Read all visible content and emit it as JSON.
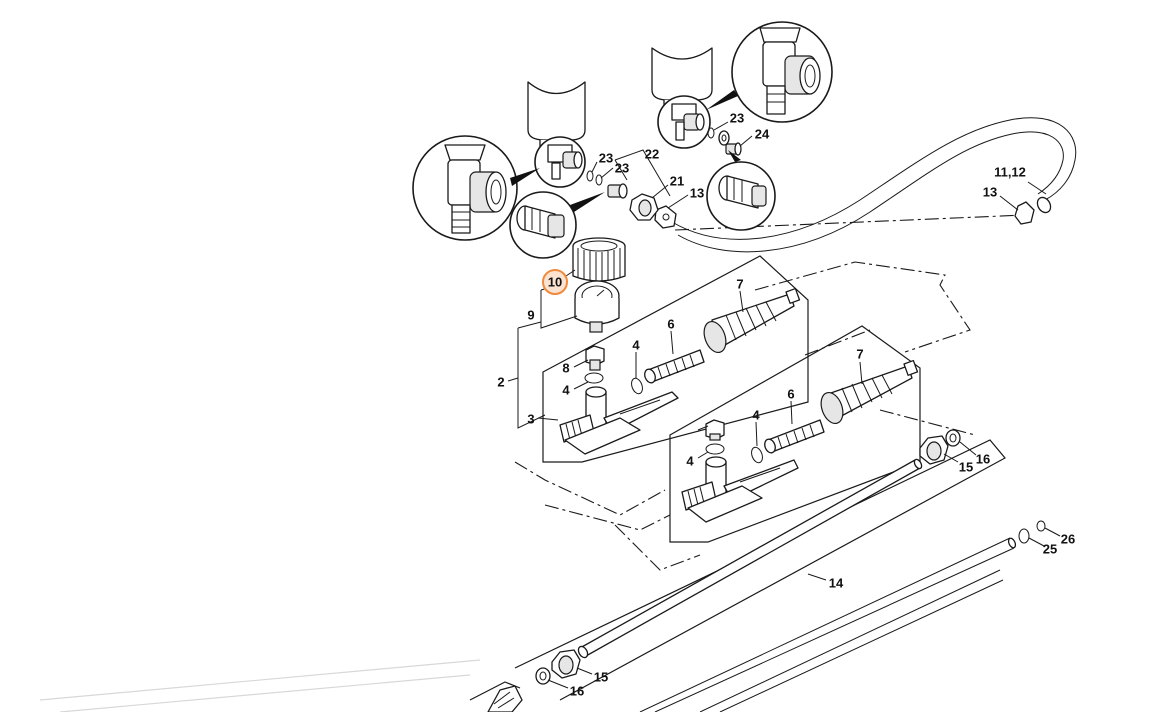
{
  "highlight_color": "#f08a3c",
  "callouts": [
    {
      "id": "c-22",
      "text": "22"
    },
    {
      "id": "c-23a",
      "text": "23"
    },
    {
      "id": "c-23b",
      "text": "23"
    },
    {
      "id": "c-23c",
      "text": "23"
    },
    {
      "id": "c-24",
      "text": "24"
    },
    {
      "id": "c-21",
      "text": "21"
    },
    {
      "id": "c-13a",
      "text": "13"
    },
    {
      "id": "c-13b",
      "text": "13"
    },
    {
      "id": "c-1112",
      "text": "11,12"
    },
    {
      "id": "c-10",
      "text": "10",
      "highlighted": true
    },
    {
      "id": "c-9",
      "text": "9"
    },
    {
      "id": "c-7a",
      "text": "7"
    },
    {
      "id": "c-7b",
      "text": "7"
    },
    {
      "id": "c-6a",
      "text": "6"
    },
    {
      "id": "c-6b",
      "text": "6"
    },
    {
      "id": "c-4a",
      "text": "4"
    },
    {
      "id": "c-4b",
      "text": "4"
    },
    {
      "id": "c-4c",
      "text": "4"
    },
    {
      "id": "c-4d",
      "text": "4"
    },
    {
      "id": "c-8",
      "text": "8"
    },
    {
      "id": "c-2",
      "text": "2"
    },
    {
      "id": "c-3",
      "text": "3"
    },
    {
      "id": "c-15a",
      "text": "15"
    },
    {
      "id": "c-16a",
      "text": "16"
    },
    {
      "id": "c-15b",
      "text": "15"
    },
    {
      "id": "c-16b",
      "text": "16"
    },
    {
      "id": "c-14",
      "text": "14"
    },
    {
      "id": "c-25",
      "text": "25"
    },
    {
      "id": "c-26",
      "text": "26"
    }
  ]
}
